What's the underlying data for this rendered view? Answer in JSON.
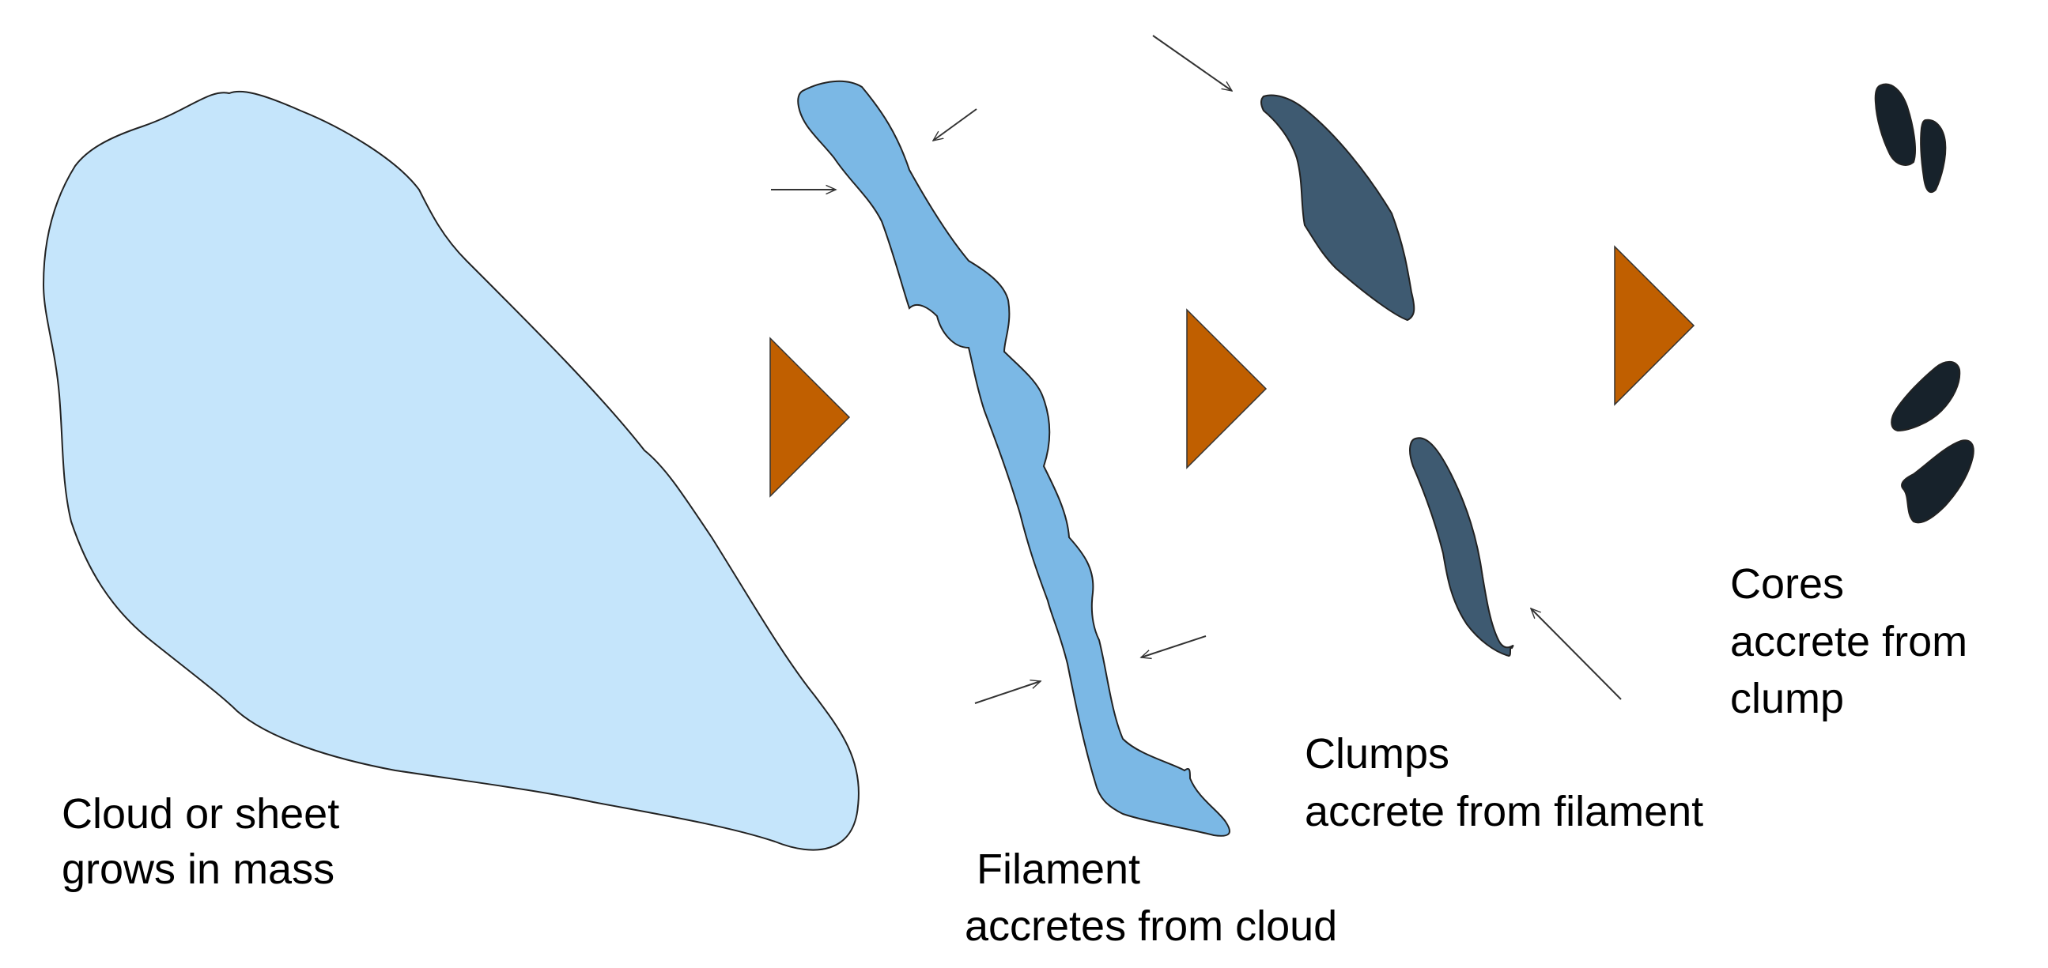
{
  "colors": {
    "background": "#ffffff",
    "cloud": "#c5e5fb",
    "filament": "#7bb8e5",
    "clump": "#3e5a71",
    "core": "#17222b",
    "stage_arrow": "#c05f00",
    "outline": "#222222",
    "text": "#000000"
  },
  "stages": [
    {
      "name": "cloud",
      "label_line1": "Cloud or sheet",
      "label_line2": "grows in mass"
    },
    {
      "name": "filament",
      "label_line1": "Filament",
      "label_line2": "accretes from cloud"
    },
    {
      "name": "clumps",
      "label_line1": "Clumps",
      "label_line2": "accrete from filament"
    },
    {
      "name": "cores",
      "label_line1": "Cores",
      "label_line2": "accrete from",
      "label_line3": "clump"
    }
  ]
}
